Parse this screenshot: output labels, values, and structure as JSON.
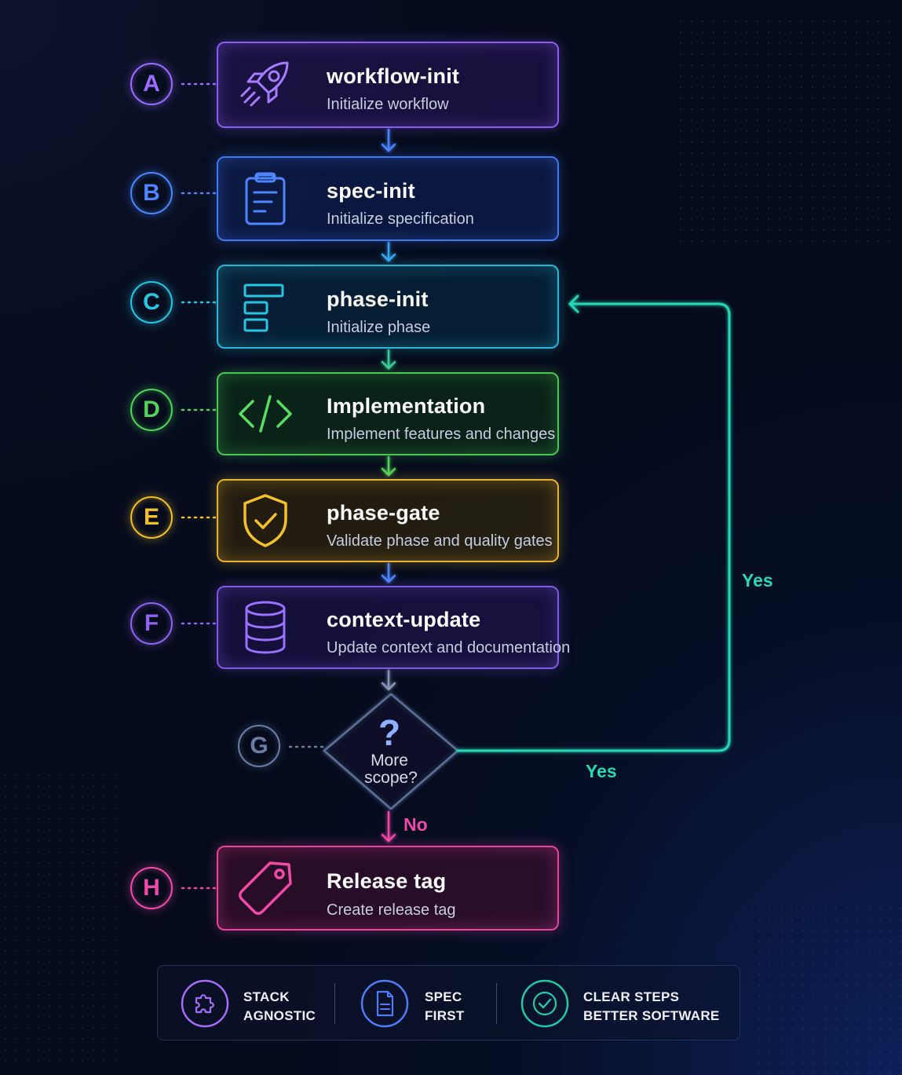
{
  "steps": [
    {
      "badge": "A",
      "title": "workflow-init",
      "subtitle": "Initialize workflow",
      "icon": "rocket-icon",
      "color": "#9b6cff"
    },
    {
      "badge": "B",
      "title": "spec-init",
      "subtitle": "Initialize specification",
      "icon": "clipboard-icon",
      "color": "#4d86ff"
    },
    {
      "badge": "C",
      "title": "phase-init",
      "subtitle": "Initialize phase",
      "icon": "stacked-bars-icon",
      "color": "#28c6e0"
    },
    {
      "badge": "D",
      "title": "Implementation",
      "subtitle": "Implement features and changes",
      "icon": "code-icon",
      "color": "#52d45c"
    },
    {
      "badge": "E",
      "title": "phase-gate",
      "subtitle": "Validate phase and quality gates",
      "icon": "shield-check-icon",
      "color": "#f2c02a"
    },
    {
      "badge": "F",
      "title": "context-update",
      "subtitle": "Update context and documentation",
      "icon": "database-icon",
      "color": "#8e64f0"
    }
  ],
  "decision": {
    "badge": "G",
    "symbol": "?",
    "line1": "More",
    "line2": "scope?",
    "color": "#6b7ea8"
  },
  "loop_labels": {
    "yes_right": "Yes",
    "yes_bottom": "Yes",
    "no": "No"
  },
  "release": {
    "badge": "H",
    "title": "Release tag",
    "subtitle": "Create release tag",
    "icon": "tag-icon",
    "color": "#f04aa8"
  },
  "footer": [
    {
      "line1": "STACK",
      "line2": "AGNOSTIC",
      "icon": "puzzle-icon",
      "color": "#a66cf5"
    },
    {
      "line1": "SPEC",
      "line2": "FIRST",
      "icon": "document-icon",
      "color": "#4f7cf7"
    },
    {
      "line1": "CLEAR STEPS",
      "line2": "BETTER SOFTWARE",
      "icon": "check-circle-icon",
      "color": "#22c9a4"
    }
  ]
}
